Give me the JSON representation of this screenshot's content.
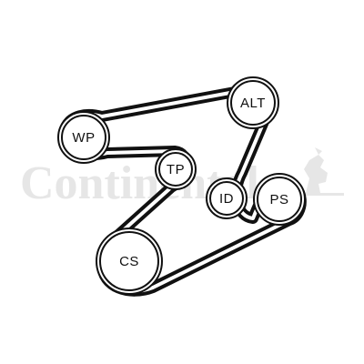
{
  "watermark": {
    "text": "Continental",
    "color": "#e6e6e6",
    "icon": "rearing-horse-icon"
  },
  "belt": {
    "color": "#111111"
  },
  "pulleys": [
    {
      "id": "alt",
      "label": "ALT"
    },
    {
      "id": "wp",
      "label": "WP"
    },
    {
      "id": "tp",
      "label": "TP"
    },
    {
      "id": "id",
      "label": "ID"
    },
    {
      "id": "ps",
      "label": "PS"
    },
    {
      "id": "cs",
      "label": "CS"
    }
  ]
}
